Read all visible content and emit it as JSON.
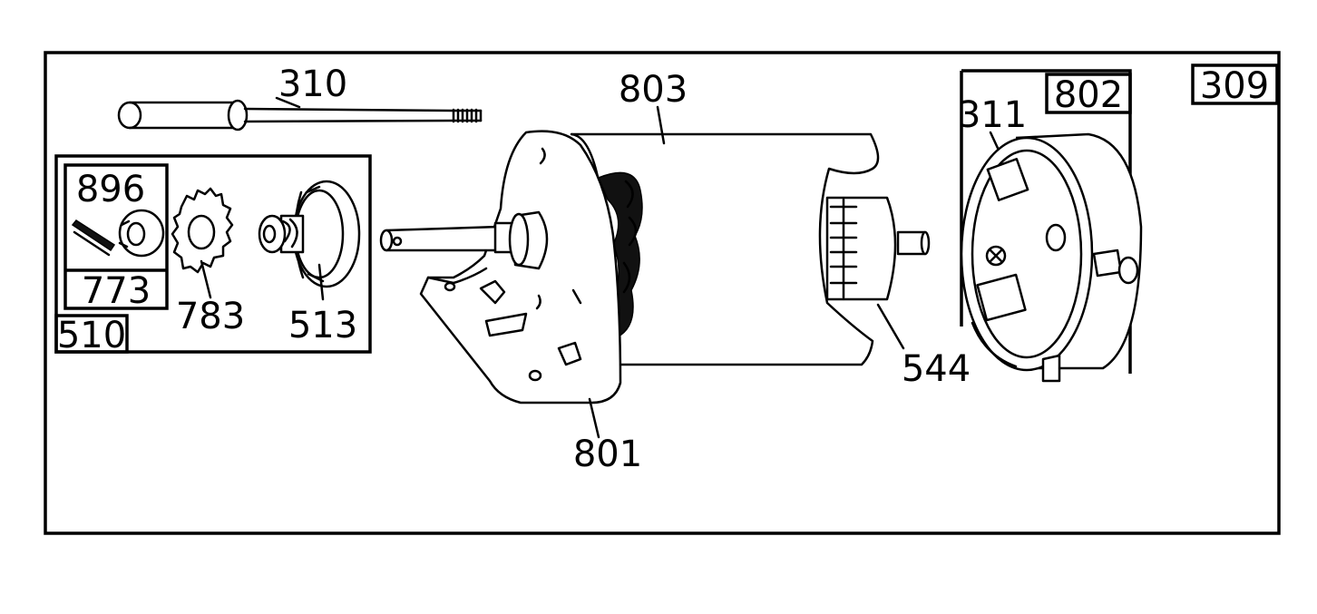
{
  "diagram": {
    "labels": {
      "assembly": "309",
      "through_bolt": "310",
      "housing": "803",
      "end_cap": "802",
      "brush": "311",
      "kit": "510",
      "pin": "896",
      "washer": "773",
      "gear": "783",
      "drive": "513",
      "armature": "544",
      "drive_end_plate": "801"
    }
  }
}
